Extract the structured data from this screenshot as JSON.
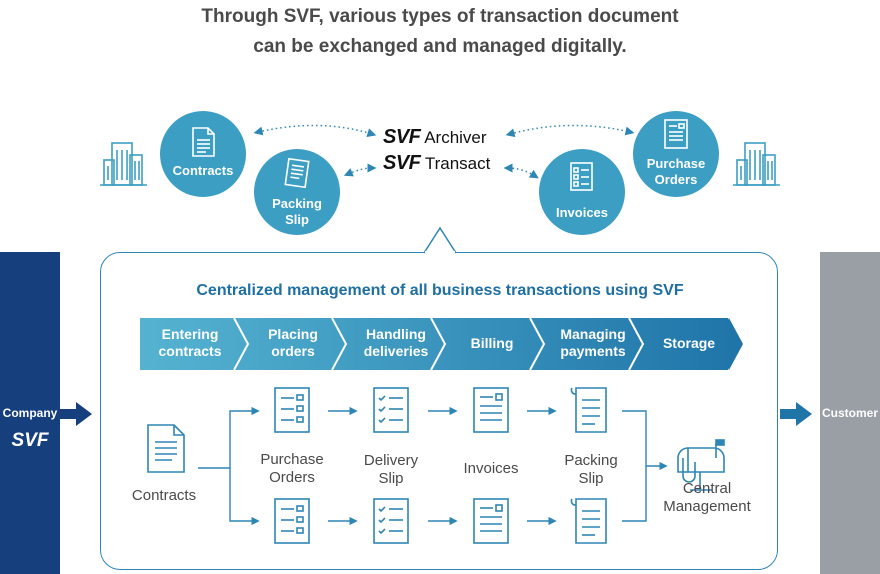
{
  "header": {
    "line1": "Through SVF, various types of transaction document",
    "line2": "can be exchanged and managed digitally."
  },
  "circles": [
    {
      "id": "contracts",
      "lines": [
        "Contracts"
      ]
    },
    {
      "id": "packing-slip",
      "lines": [
        "Packing",
        "Slip"
      ]
    },
    {
      "id": "invoices",
      "lines": [
        "Invoices"
      ]
    },
    {
      "id": "purchase-orders",
      "lines": [
        "Purchase",
        "Orders"
      ]
    }
  ],
  "products": [
    {
      "brand": "SVF",
      "name": "Archiver"
    },
    {
      "brand": "SVF",
      "name": "Transact"
    }
  ],
  "left_side": {
    "label": "Company",
    "brand": "SVF"
  },
  "right_side": {
    "label": "Customer"
  },
  "panel": {
    "title": "Centralized management of all business transactions using SVF",
    "steps": [
      {
        "lines": [
          "Entering",
          "contracts"
        ]
      },
      {
        "lines": [
          "Placing",
          "orders"
        ]
      },
      {
        "lines": [
          "Handling",
          "deliveries"
        ]
      },
      {
        "lines": [
          "Billing"
        ]
      },
      {
        "lines": [
          "Managing",
          "payments"
        ]
      },
      {
        "lines": [
          "Storage"
        ]
      }
    ],
    "docs": {
      "contracts": "Contracts",
      "purchase_orders": [
        "Purchase",
        "Orders"
      ],
      "delivery_slip": [
        "Delivery",
        "Slip"
      ],
      "invoices": "Invoices",
      "packing_slip": [
        "Packing",
        "Slip"
      ],
      "central": [
        "Central",
        "Management"
      ]
    }
  },
  "colors": {
    "circle": "#3c9ec2",
    "company": "#163f7e",
    "customer": "#9a9fa6",
    "accent": "#2e86b5",
    "step_gradient_start": "#55b3d1",
    "step_gradient_end": "#1f74a8"
  },
  "icons": {
    "building": "building-icon",
    "document": "document-icon",
    "form": "form-icon",
    "checklist": "checklist-icon",
    "scroll": "scroll-icon",
    "mailbox": "mailbox-icon"
  }
}
